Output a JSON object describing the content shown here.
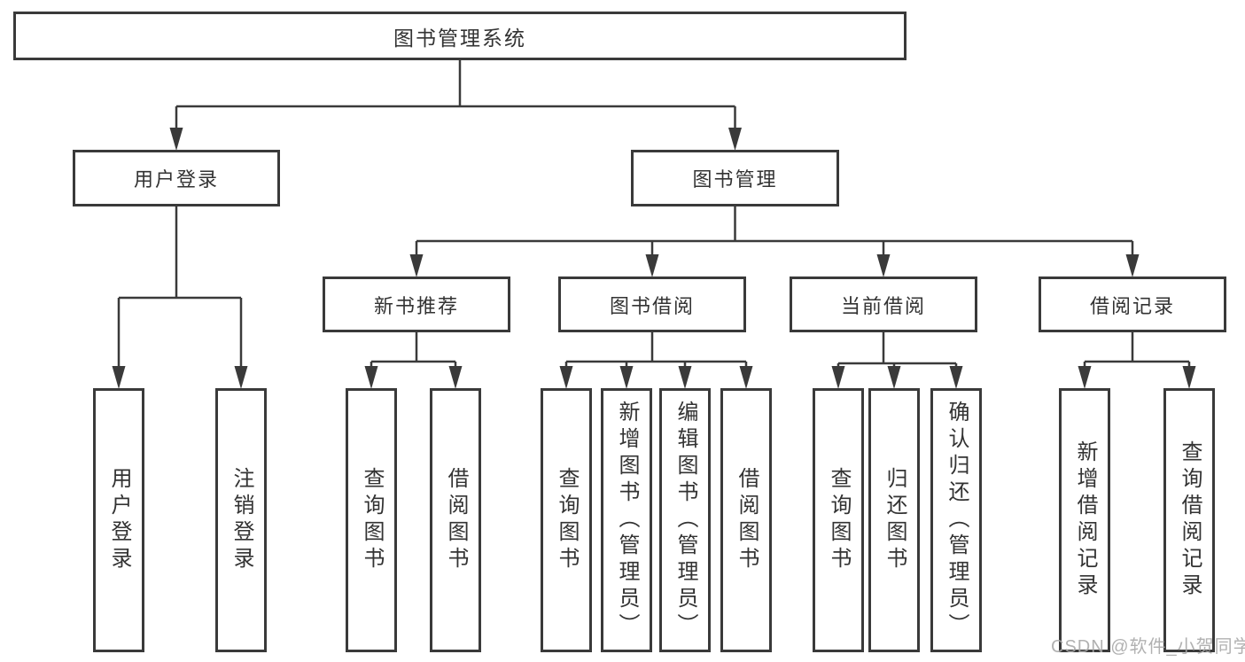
{
  "watermark": "CSDN @软件_小贺同学",
  "diagram": {
    "root": {
      "id": "root",
      "label": "图书管理系统",
      "children": [
        {
          "id": "user-login",
          "label": "用户登录",
          "children": [
            {
              "id": "leaf-user-login",
              "label": "用户登录"
            },
            {
              "id": "leaf-logout",
              "label": "注销登录"
            }
          ]
        },
        {
          "id": "book-mgmt",
          "label": "图书管理",
          "children": [
            {
              "id": "new-book-rec",
              "label": "新书推荐",
              "children": [
                {
                  "id": "leaf-query-book-1",
                  "label": "查询图书"
                },
                {
                  "id": "leaf-borrow-book-1",
                  "label": "借阅图书"
                }
              ]
            },
            {
              "id": "book-borrow",
              "label": "图书借阅",
              "children": [
                {
                  "id": "leaf-query-book-2",
                  "label": "查询图书"
                },
                {
                  "id": "leaf-add-book",
                  "label": "新增图书（管理员）"
                },
                {
                  "id": "leaf-edit-book",
                  "label": "编辑图书（管理员）"
                },
                {
                  "id": "leaf-borrow-book-2",
                  "label": "借阅图书"
                }
              ]
            },
            {
              "id": "current-borrow",
              "label": "当前借阅",
              "children": [
                {
                  "id": "leaf-query-book-3",
                  "label": "查询图书"
                },
                {
                  "id": "leaf-return-book",
                  "label": "归还图书"
                },
                {
                  "id": "leaf-confirm-return",
                  "label": "确认归还（管理员）"
                }
              ]
            },
            {
              "id": "borrow-records",
              "label": "借阅记录",
              "children": [
                {
                  "id": "leaf-add-borrow-record",
                  "label": "新增借阅记录"
                },
                {
                  "id": "leaf-query-borrow-record",
                  "label": "查询借阅记录"
                }
              ]
            }
          ]
        }
      ]
    }
  },
  "colors": {
    "line": "#3a3a3a",
    "text": "#333333",
    "watermark": "#a8a8a8",
    "background": "#ffffff"
  }
}
